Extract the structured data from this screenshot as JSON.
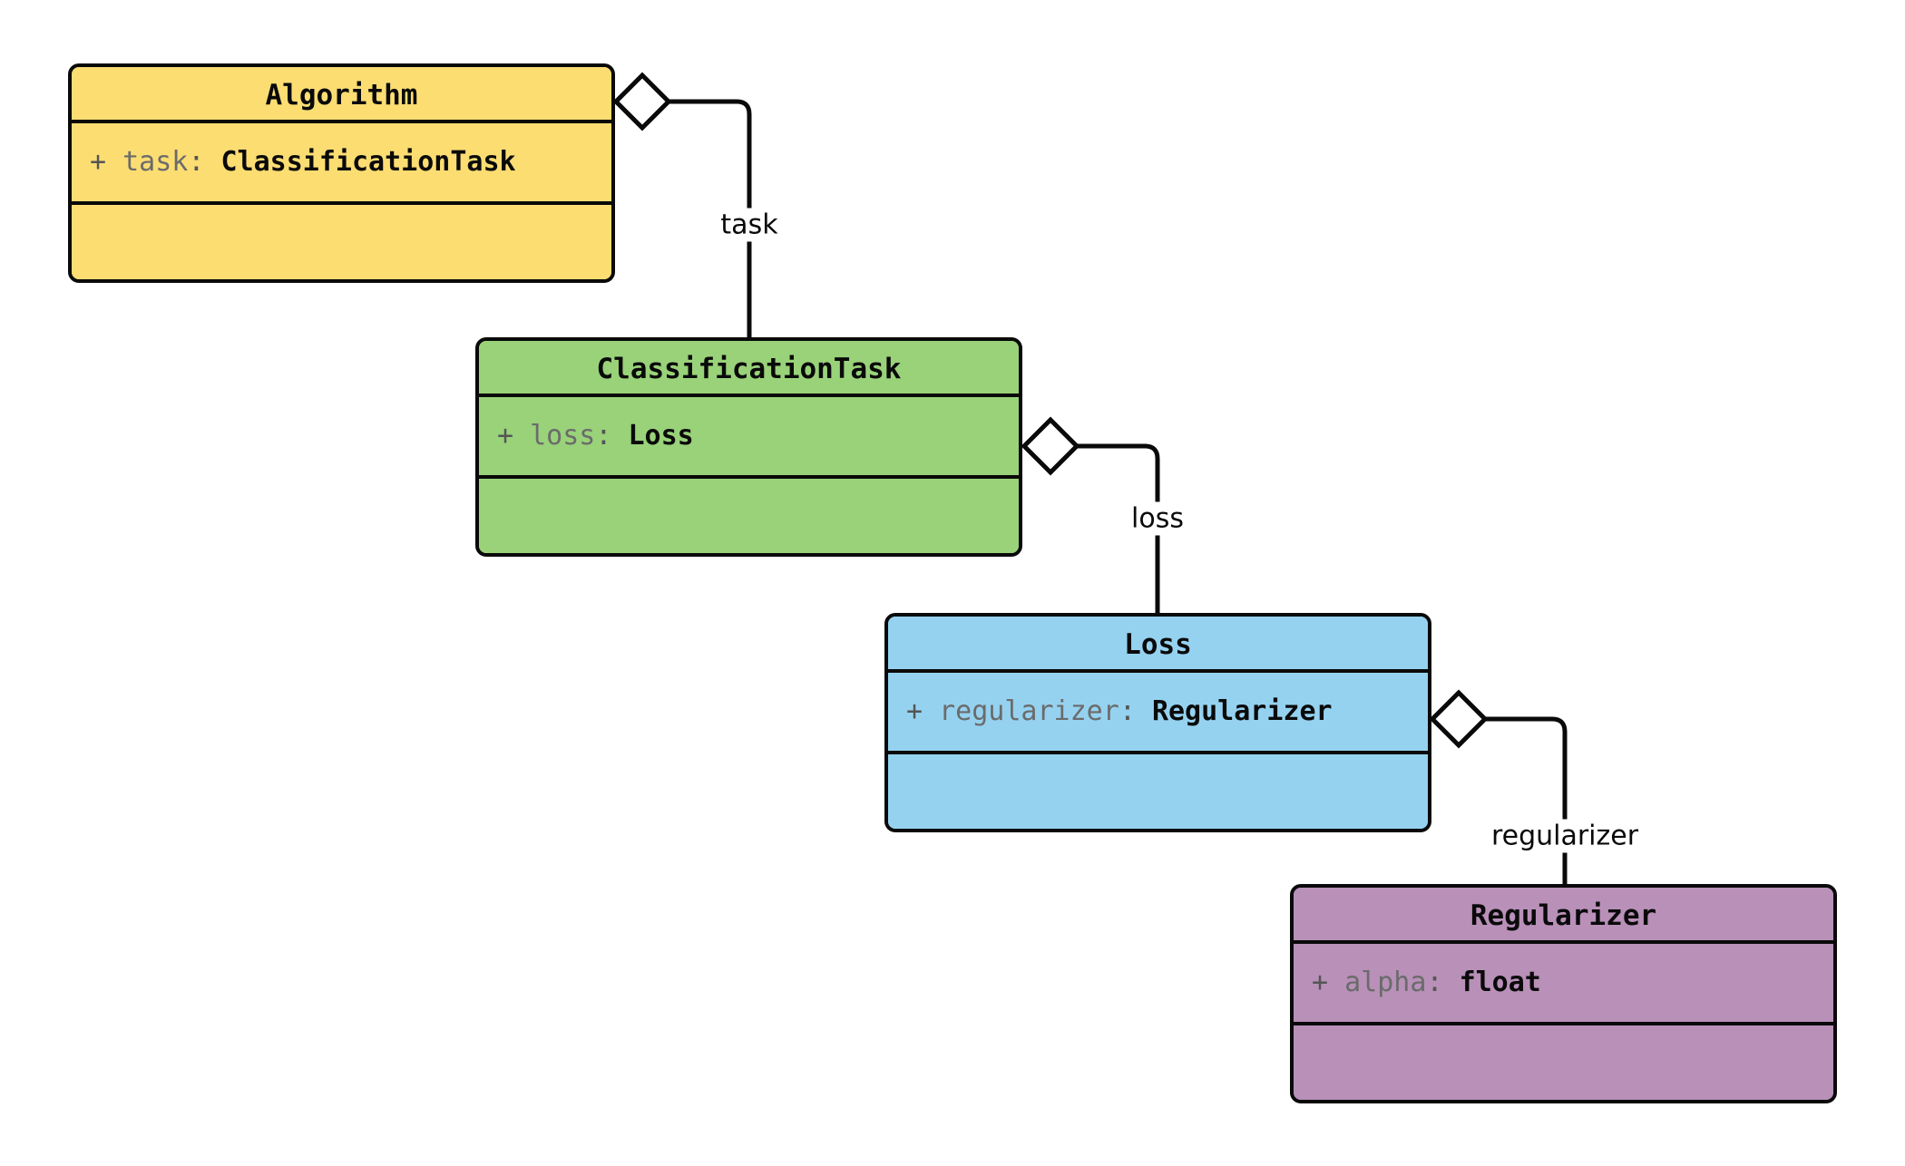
{
  "diagram": {
    "type": "uml-class-diagram",
    "title": "",
    "background_color": "#ffffff",
    "border_color": "#0a0a0a",
    "relationship_kind": "aggregation",
    "classes": [
      {
        "id": "algorithm",
        "name": "Algorithm",
        "fill_color": "#fcdd72",
        "attributes": [
          {
            "visibility": "+",
            "name": "task",
            "separator": ":",
            "type": "ClassificationTask"
          }
        ],
        "methods": []
      },
      {
        "id": "classificationtask",
        "name": "ClassificationTask",
        "fill_color": "#99d279",
        "attributes": [
          {
            "visibility": "+",
            "name": "loss",
            "separator": ":",
            "type": "Loss"
          }
        ],
        "methods": []
      },
      {
        "id": "loss",
        "name": "Loss",
        "fill_color": "#95d2f0",
        "attributes": [
          {
            "visibility": "+",
            "name": "regularizer",
            "separator": ":",
            "type": "Regularizer"
          }
        ],
        "methods": []
      },
      {
        "id": "regularizer",
        "name": "Regularizer",
        "fill_color": "#b890b8",
        "attributes": [
          {
            "visibility": "+",
            "name": "alpha",
            "separator": ":",
            "type": "float"
          }
        ],
        "methods": []
      }
    ],
    "edges": [
      {
        "id": "edge-task",
        "from": "algorithm",
        "to": "classificationtask",
        "label": "task",
        "marker": "open-diamond"
      },
      {
        "id": "edge-loss",
        "from": "classificationtask",
        "to": "loss",
        "label": "loss",
        "marker": "open-diamond"
      },
      {
        "id": "edge-regularizer",
        "from": "loss",
        "to": "regularizer",
        "label": "regularizer",
        "marker": "open-diamond"
      }
    ]
  }
}
